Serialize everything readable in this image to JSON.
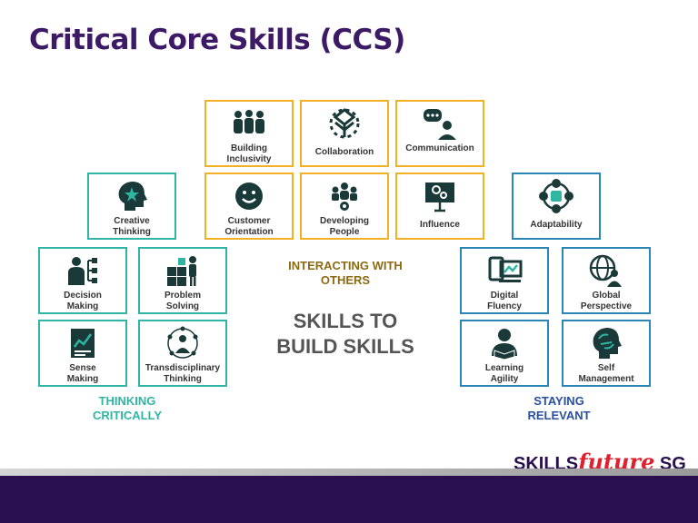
{
  "title": "Critical Core Skills (CCS)",
  "center_text": "SKILLS TO\nBUILD SKILLS",
  "categories": {
    "interacting": {
      "label": "INTERACTING WITH\nOTHERS",
      "color": "#8b6a11"
    },
    "thinking": {
      "label": "THINKING\nCRITICALLY",
      "color": "#2fb5a3"
    },
    "staying": {
      "label": "STAYING\nRELEVANT",
      "color": "#2a4fa0"
    }
  },
  "skills": {
    "building_inclusivity": {
      "label": "Building\nInclusivity",
      "icon": "people-group-icon"
    },
    "collaboration": {
      "label": "Collaboration",
      "icon": "hands-circle-icon"
    },
    "communication": {
      "label": "Communication",
      "icon": "chat-person-icon"
    },
    "customer_orientation": {
      "label": "Customer\nOrientation",
      "icon": "smiley-icon"
    },
    "developing_people": {
      "label": "Developing\nPeople",
      "icon": "team-growth-icon"
    },
    "influence": {
      "label": "Influence",
      "icon": "presentation-icon"
    },
    "creative_thinking": {
      "label": "Creative\nThinking",
      "icon": "head-idea-icon"
    },
    "adaptability": {
      "label": "Adaptability",
      "icon": "cycle-people-icon"
    },
    "decision_making": {
      "label": "Decision\nMaking",
      "icon": "person-flow-icon"
    },
    "problem_solving": {
      "label": "Problem\nSolving",
      "icon": "puzzle-person-icon"
    },
    "sense_making": {
      "label": "Sense\nMaking",
      "icon": "chart-doc-icon"
    },
    "transdisciplinary_thinking": {
      "label": "Transdisciplinary\nThinking",
      "icon": "person-network-icon"
    },
    "digital_fluency": {
      "label": "Digital\nFluency",
      "icon": "devices-icon"
    },
    "global_perspective": {
      "label": "Global\nPerspective",
      "icon": "globe-person-icon"
    },
    "learning_agility": {
      "label": "Learning\nAgility",
      "icon": "reader-icon"
    },
    "self_management": {
      "label": "Self\nManagement",
      "icon": "brain-head-icon"
    }
  },
  "brand": {
    "skills": "SKILLS",
    "future": "future",
    "sg": "SG"
  },
  "colors": {
    "title": "#3c1a66",
    "orange": "#f2b024",
    "teal": "#2fb5a3",
    "blue": "#2a86b4",
    "icon": "#1a3a3a"
  }
}
